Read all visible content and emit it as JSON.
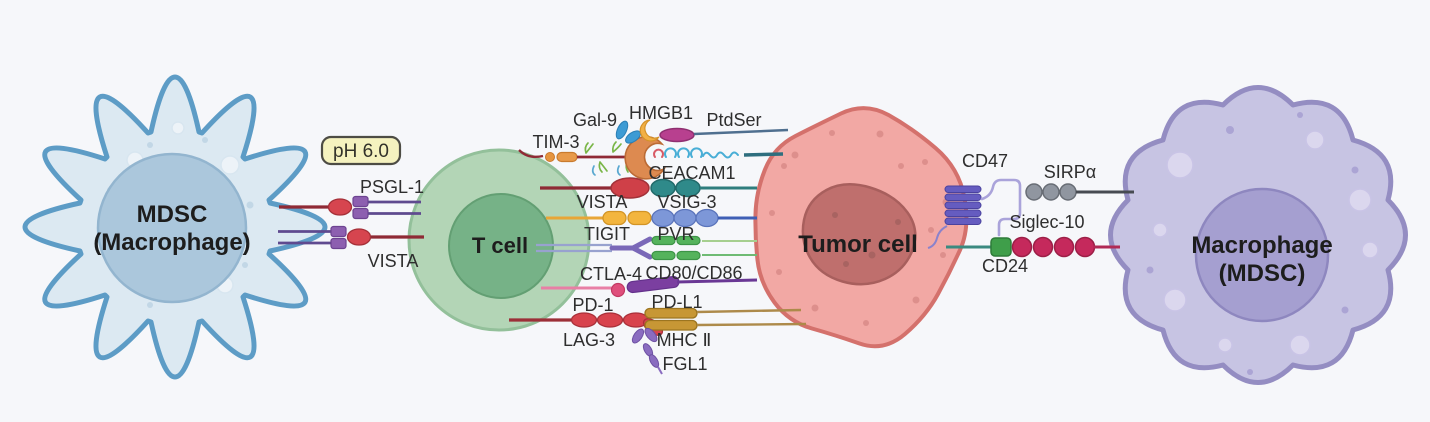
{
  "figure": {
    "background": "#f6f7fa"
  },
  "cells": {
    "mdsc": {
      "name_line1": "MDSC",
      "name_line2": "(Macrophage)",
      "body": "#dce9f2",
      "outline": "#5d9cc6",
      "nucleus": "#abc7dc",
      "nucleus_outline": "#93b5cf"
    },
    "t_cell": {
      "name": "T cell",
      "body": "#b3d5b6",
      "outline": "#93c09a",
      "nucleus": "#76b287",
      "nucleus_outline": "#639f73"
    },
    "tumor": {
      "name": "Tumor cell",
      "body": "#f2a8a4",
      "outline": "#d4716c",
      "nucleus": "#bf6f6d",
      "nucleus_outline": "#a85f5d"
    },
    "macrophage": {
      "name_line1": "Macrophage",
      "name_line2": "(MDSC)",
      "body": "#c7c4e3",
      "outline": "#948dc2",
      "nucleus": "#a59fd0",
      "nucleus_outline": "#8e87bf"
    }
  },
  "badges": {
    "ph": "pH 6.0"
  },
  "labels": {
    "mdsc_t": {
      "psgl1": "PSGL-1",
      "vista": "VISTA"
    },
    "t_tumor": {
      "tim3": "TIM-3",
      "gal9": "Gal-9",
      "hmgb1": "HMGB1",
      "ptdser": "PtdSer",
      "ceacam1": "CEACAM1",
      "vista": "VISTA",
      "vsig3": "VSIG-3",
      "tigit": "TIGIT",
      "pvr": "PVR",
      "ctla4": "CTLA-4",
      "cd80cd86": "CD80/CD86",
      "pd1": "PD-1",
      "pdl1": "PD-L1",
      "lag3": "LAG-3",
      "mhc2": "MHC Ⅱ",
      "fgl1": "FGL1"
    },
    "tumor_mac": {
      "cd47": "CD47",
      "sirpa": "SIRPα",
      "siglec10": "Siglec-10",
      "cd24": "CD24"
    }
  },
  "palette": {
    "maroon_stem": "#8f2a35",
    "red_domain": "#d6454f",
    "purple_square": "#8d5fb0",
    "purple_stem": "#5f4a8f",
    "tim3_orange": "#dd8a50",
    "gal9_blue": "#3d9bd4",
    "hmgb1_yellow": "#f2b044",
    "ptdser_magenta": "#b8408f",
    "glycan_blue": "#49aed6",
    "ceacam1_teal": "#2f8a8a",
    "vista_gold": "#f3b53e",
    "vsig3_blue": "#7d97d8",
    "tigit_purple": "#7a68b8",
    "pvr_green": "#55b35c",
    "ctla4_pink": "#df4f7c",
    "cd80_purple": "#7b3fa0",
    "lag3_red": "#d8434d",
    "mhc2_gold": "#c79735",
    "fgl1_purple": "#8a6cc0",
    "cd47_indigo": "#655cc0",
    "sirpa_gray": "#9096a0",
    "siglec10_crimson": "#c5295c",
    "cd24_green": "#3f9e4a",
    "badge_fill": "#f5f2bf",
    "badge_border": "#4d4c44"
  }
}
